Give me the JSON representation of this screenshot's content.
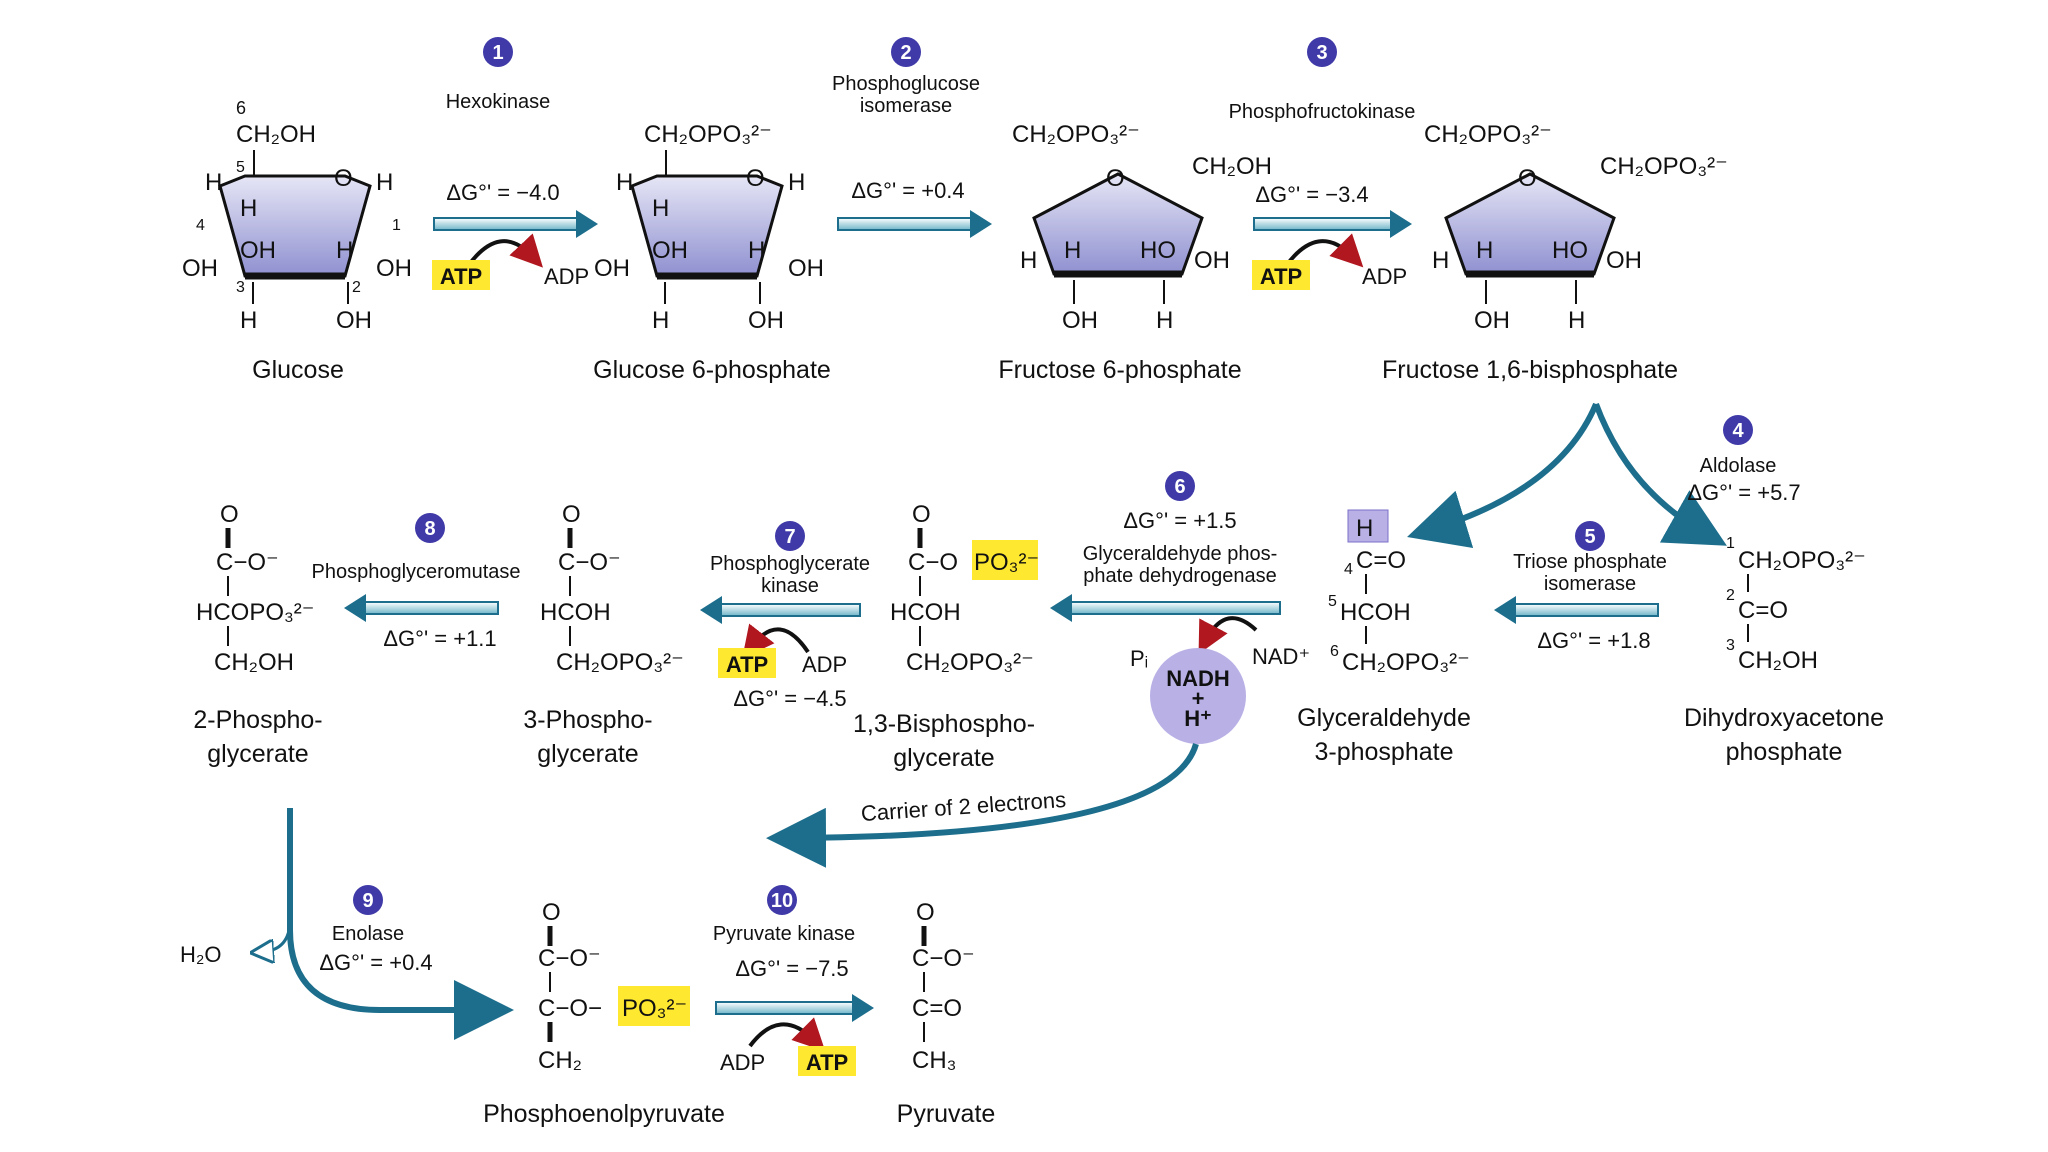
{
  "compounds": {
    "glucose": "Glucose",
    "g6p": "Glucose 6-phosphate",
    "f6p": "Fructose 6-phosphate",
    "f16bp": "Fructose 1,6-bisphosphate",
    "g3p_1": "Glyceraldehyde",
    "g3p_2": "3-phosphate",
    "dhap_1": "Dihydroxyacetone",
    "dhap_2": "phosphate",
    "bpg_1": "1,3-Bisphospho-",
    "bpg_2": "glycerate",
    "pg3_1": "3-Phospho-",
    "pg3_2": "glycerate",
    "pg2_1": "2-Phospho-",
    "pg2_2": "glycerate",
    "pep": "Phosphoenolpyruvate",
    "pyr": "Pyruvate"
  },
  "steps": [
    {
      "num": "1",
      "enzyme": "Hexokinase",
      "dg": "ΔG°' = −4.0"
    },
    {
      "num": "2",
      "enzyme_1": "Phosphoglucose",
      "enzyme_2": "isomerase",
      "dg": "ΔG°' = +0.4"
    },
    {
      "num": "3",
      "enzyme": "Phosphofructokinase",
      "dg": "ΔG°' = −3.4"
    },
    {
      "num": "4",
      "enzyme": "Aldolase",
      "dg": "ΔG°' = +5.7"
    },
    {
      "num": "5",
      "enzyme_1": "Triose phosphate",
      "enzyme_2": "isomerase",
      "dg": "ΔG°' = +1.8"
    },
    {
      "num": "6",
      "enzyme_1": "Glyceraldehyde phos-",
      "enzyme_2": "phate dehydrogenase",
      "dg": "ΔG°' = +1.5"
    },
    {
      "num": "7",
      "enzyme_1": "Phosphoglycerate",
      "enzyme_2": "kinase",
      "dg": "ΔG°' = −4.5"
    },
    {
      "num": "8",
      "enzyme": "Phosphoglyceromutase",
      "dg": "ΔG°' = +1.1"
    },
    {
      "num": "9",
      "enzyme": "Enolase",
      "dg": "ΔG°' = +0.4"
    },
    {
      "num": "10",
      "enzyme": "Pyruvate kinase",
      "dg": "ΔG°' = −7.5"
    }
  ],
  "cofactors": {
    "atp": "ATP",
    "adp": "ADP",
    "nad": "NAD⁺",
    "pi": "Pᵢ",
    "nadh": "NADH",
    "plus": "+",
    "hplus": "H⁺",
    "water": "H₂O"
  },
  "carrier_label": "Carrier of 2 electrons",
  "chem": {
    "ch2oh": "CH₂OH",
    "ch2opo3": "CH₂OPO₃²⁻",
    "oh": "OH",
    "h": "H",
    "ho": "HO",
    "o": "O",
    "n1": "1",
    "n2": "2",
    "n3": "3",
    "n4": "4",
    "n5": "5",
    "n6": "6",
    "ald_c1": "C=O",
    "hcoh": "HCOH",
    "hcopo3": "HCOPO₃²⁻",
    "coo": "C−O⁻",
    "c_o_ester": "C−O",
    "po3": "PO₃²⁻",
    "c_o_ppo3": "C−O−",
    "ch2": "CH₂",
    "ch3": "CH₃",
    "keto": "C=O",
    "top_o": "O"
  },
  "colors": {
    "step_circle": "#3f3aa8",
    "arrow_teal": "#1c6e8c",
    "highlight": "#ffe930",
    "ring_fill": "#9fa0d8",
    "nadh_circle": "#b9b1e6",
    "red_arrow": "#b0171f"
  }
}
